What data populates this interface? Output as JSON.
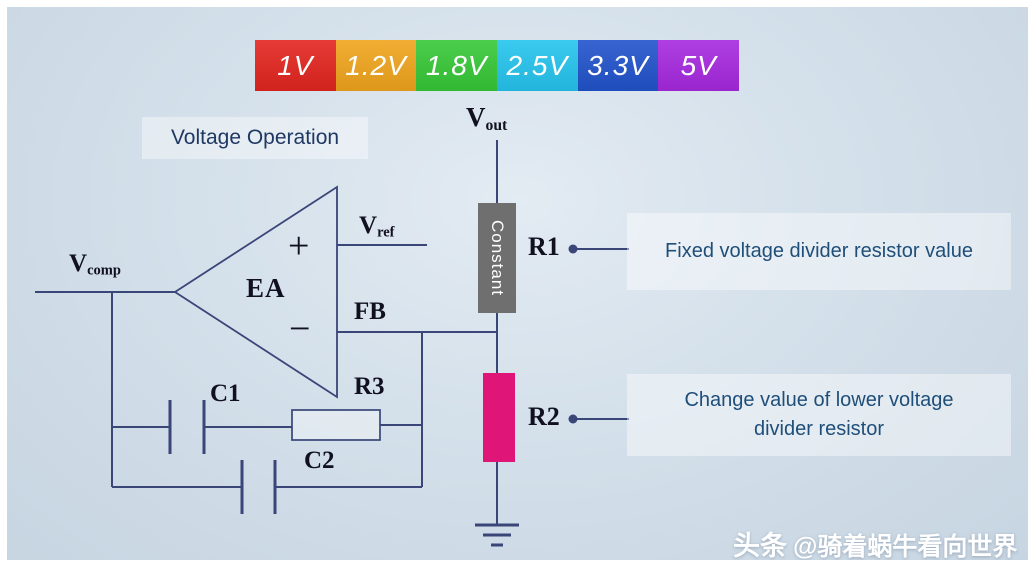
{
  "voltage_bar": {
    "options": [
      {
        "label": "1V",
        "color": "#e3251f"
      },
      {
        "label": "1.2V",
        "color": "#f0a51d"
      },
      {
        "label": "1.8V",
        "color": "#37c837"
      },
      {
        "label": "2.5V",
        "color": "#25c4ee"
      },
      {
        "label": "3.3V",
        "color": "#2153cb"
      },
      {
        "label": "5V",
        "color": "#a629df"
      }
    ]
  },
  "diagram": {
    "title": "Voltage Operation"
  },
  "labels": {
    "vout": {
      "main": "V",
      "sub": "out"
    },
    "vref": {
      "main": "V",
      "sub": "ref"
    },
    "vcomp": {
      "main": "V",
      "sub": "comp"
    },
    "fb": "FB",
    "ea": "EA",
    "plus": "+",
    "minus": "−",
    "r1": "R1",
    "r2": "R2",
    "r3": "R3",
    "c1": "C1",
    "c2": "C2",
    "constant": "Constant"
  },
  "annotations": {
    "r1_note": "Fixed voltage divider resistor value",
    "r2_note_line1": "Change value of lower voltage",
    "r2_note_line2": "divider resistor"
  },
  "watermark": {
    "brand": "头条",
    "handle": "@骑着蜗牛看向世界"
  },
  "colors": {
    "wire": "#3a4578",
    "label": "#101020",
    "title_text": "#1f3864",
    "annotation_text": "#1f4e79",
    "annotation_bg": "rgba(255,255,255,0.42)",
    "constant_fill": "#6f6f6f",
    "r2_fill": "#df1678",
    "watermark": "#ffffff"
  }
}
